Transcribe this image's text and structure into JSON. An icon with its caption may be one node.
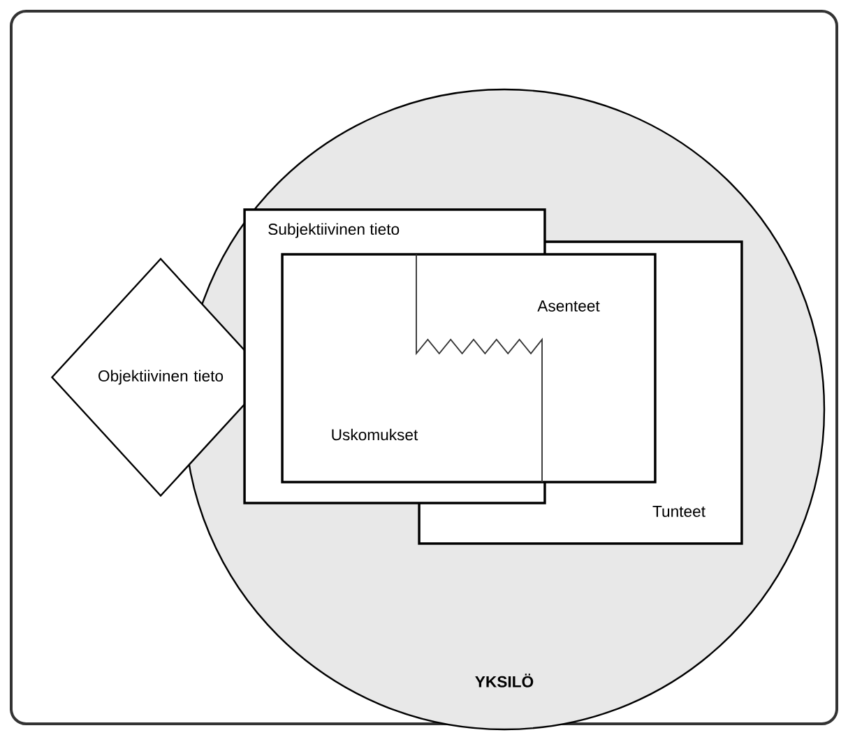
{
  "diagram": {
    "nodes": [
      {
        "text": [
          "YKSILÖ"
        ]
      },
      {
        "text": [
          "Objektiivinen tieto"
        ]
      },
      {
        "text": [
          "Subjektiivinen tieto"
        ],
        "in": 0
      },
      {
        "text": [
          "Tunteet"
        ],
        "in": 0
      },
      {
        "text": [
          "Asenteet",
          "Uskomukset"
        ],
        "in": 0
      }
    ],
    "edges": []
  }
}
